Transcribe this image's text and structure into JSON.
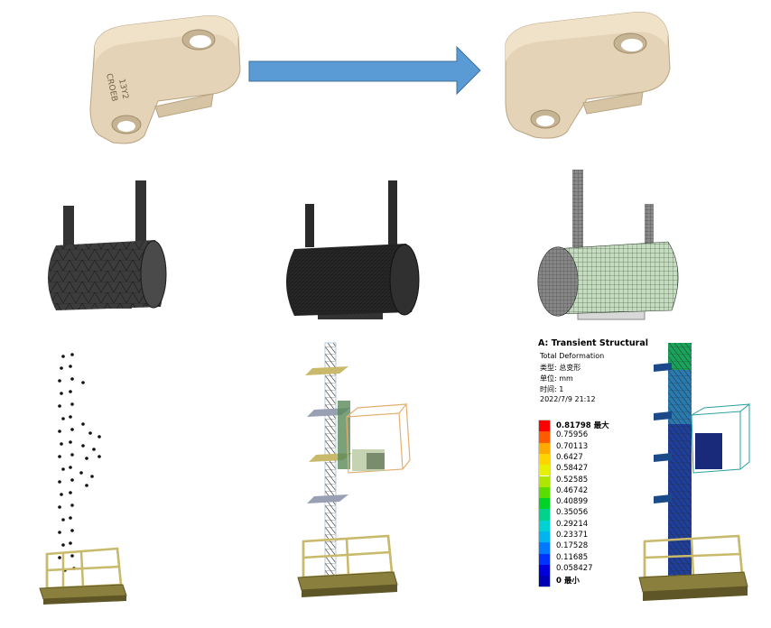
{
  "part_engraving": {
    "line1": "13Y2",
    "line2": "CROEB"
  },
  "legend": {
    "title": "A: Transient Structural",
    "result": "Total Deformation",
    "type_line": "类型: 总变形",
    "unit_line": "单位: mm",
    "time_line": "时间: 1",
    "date_line": "2022/7/9 21:12",
    "levels": [
      {
        "value": "0.81798 最大",
        "color": "#ff0000"
      },
      {
        "value": "0.75956",
        "color": "#ff5a00"
      },
      {
        "value": "0.70113",
        "color": "#ffaa00"
      },
      {
        "value": "0.6427",
        "color": "#ffd400"
      },
      {
        "value": "0.58427",
        "color": "#e6f000"
      },
      {
        "value": "0.52585",
        "color": "#aee600"
      },
      {
        "value": "0.46742",
        "color": "#5adc00"
      },
      {
        "value": "0.40899",
        "color": "#00d228"
      },
      {
        "value": "0.35056",
        "color": "#00d28c"
      },
      {
        "value": "0.29214",
        "color": "#00d2d2"
      },
      {
        "value": "0.23371",
        "color": "#00b4f0"
      },
      {
        "value": "0.17528",
        "color": "#0078ff"
      },
      {
        "value": "0.11685",
        "color": "#0032ff"
      },
      {
        "value": "0.058427",
        "color": "#0000dc"
      },
      {
        "value": "0 最小",
        "color": "#0000b4"
      }
    ]
  }
}
